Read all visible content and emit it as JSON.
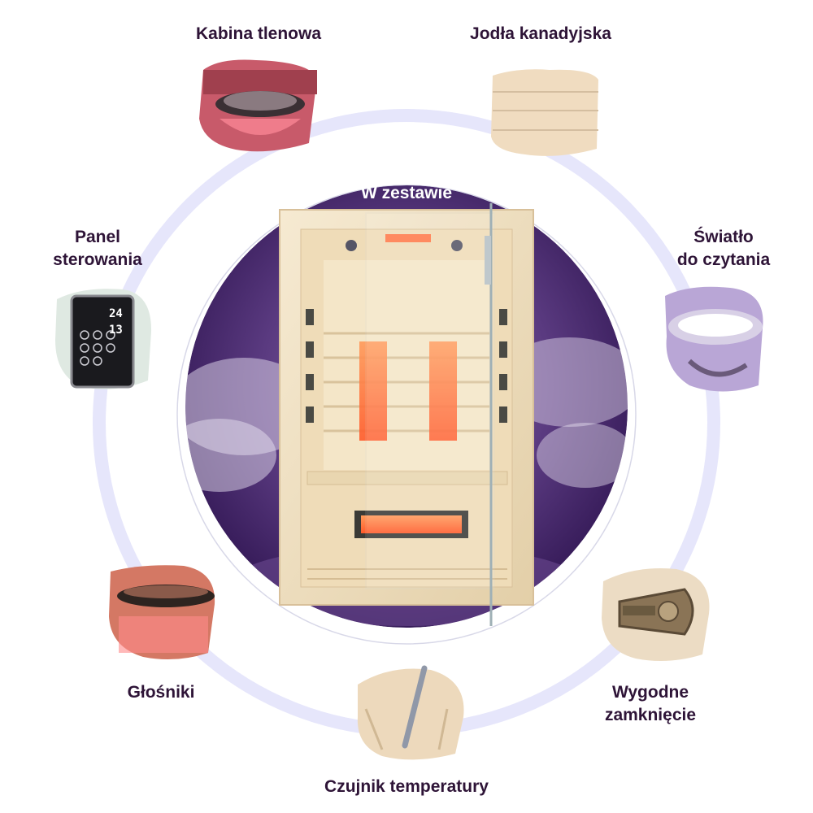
{
  "center": {
    "title": "W zestawie"
  },
  "features": [
    {
      "label_lines": [
        "Kabina tlenowa"
      ],
      "icon": "ceiling-vent-icon"
    },
    {
      "label_lines": [
        "Jodła kanadyjska"
      ],
      "icon": "wood-planks-icon"
    },
    {
      "label_lines": [
        "Światło",
        "do czytania"
      ],
      "icon": "reading-light-icon"
    },
    {
      "label_lines": [
        "Wygodne",
        "zamknięcie"
      ],
      "icon": "latch-icon"
    },
    {
      "label_lines": [
        "Czujnik temperatury"
      ],
      "icon": "temperature-sensor-icon"
    },
    {
      "label_lines": [
        "Głośniki"
      ],
      "icon": "speaker-icon"
    },
    {
      "label_lines": [
        "Panel",
        "sterowania"
      ],
      "icon": "control-panel-icon"
    }
  ],
  "control_panel": {
    "display_top": "24",
    "display_bottom": "13"
  },
  "colors": {
    "label": "#2e1437",
    "ring": "#e6e6fb",
    "cloud_dark": "#3a1a5c",
    "wood": "#f1e2c4",
    "infrared": "#ff6a3a"
  }
}
